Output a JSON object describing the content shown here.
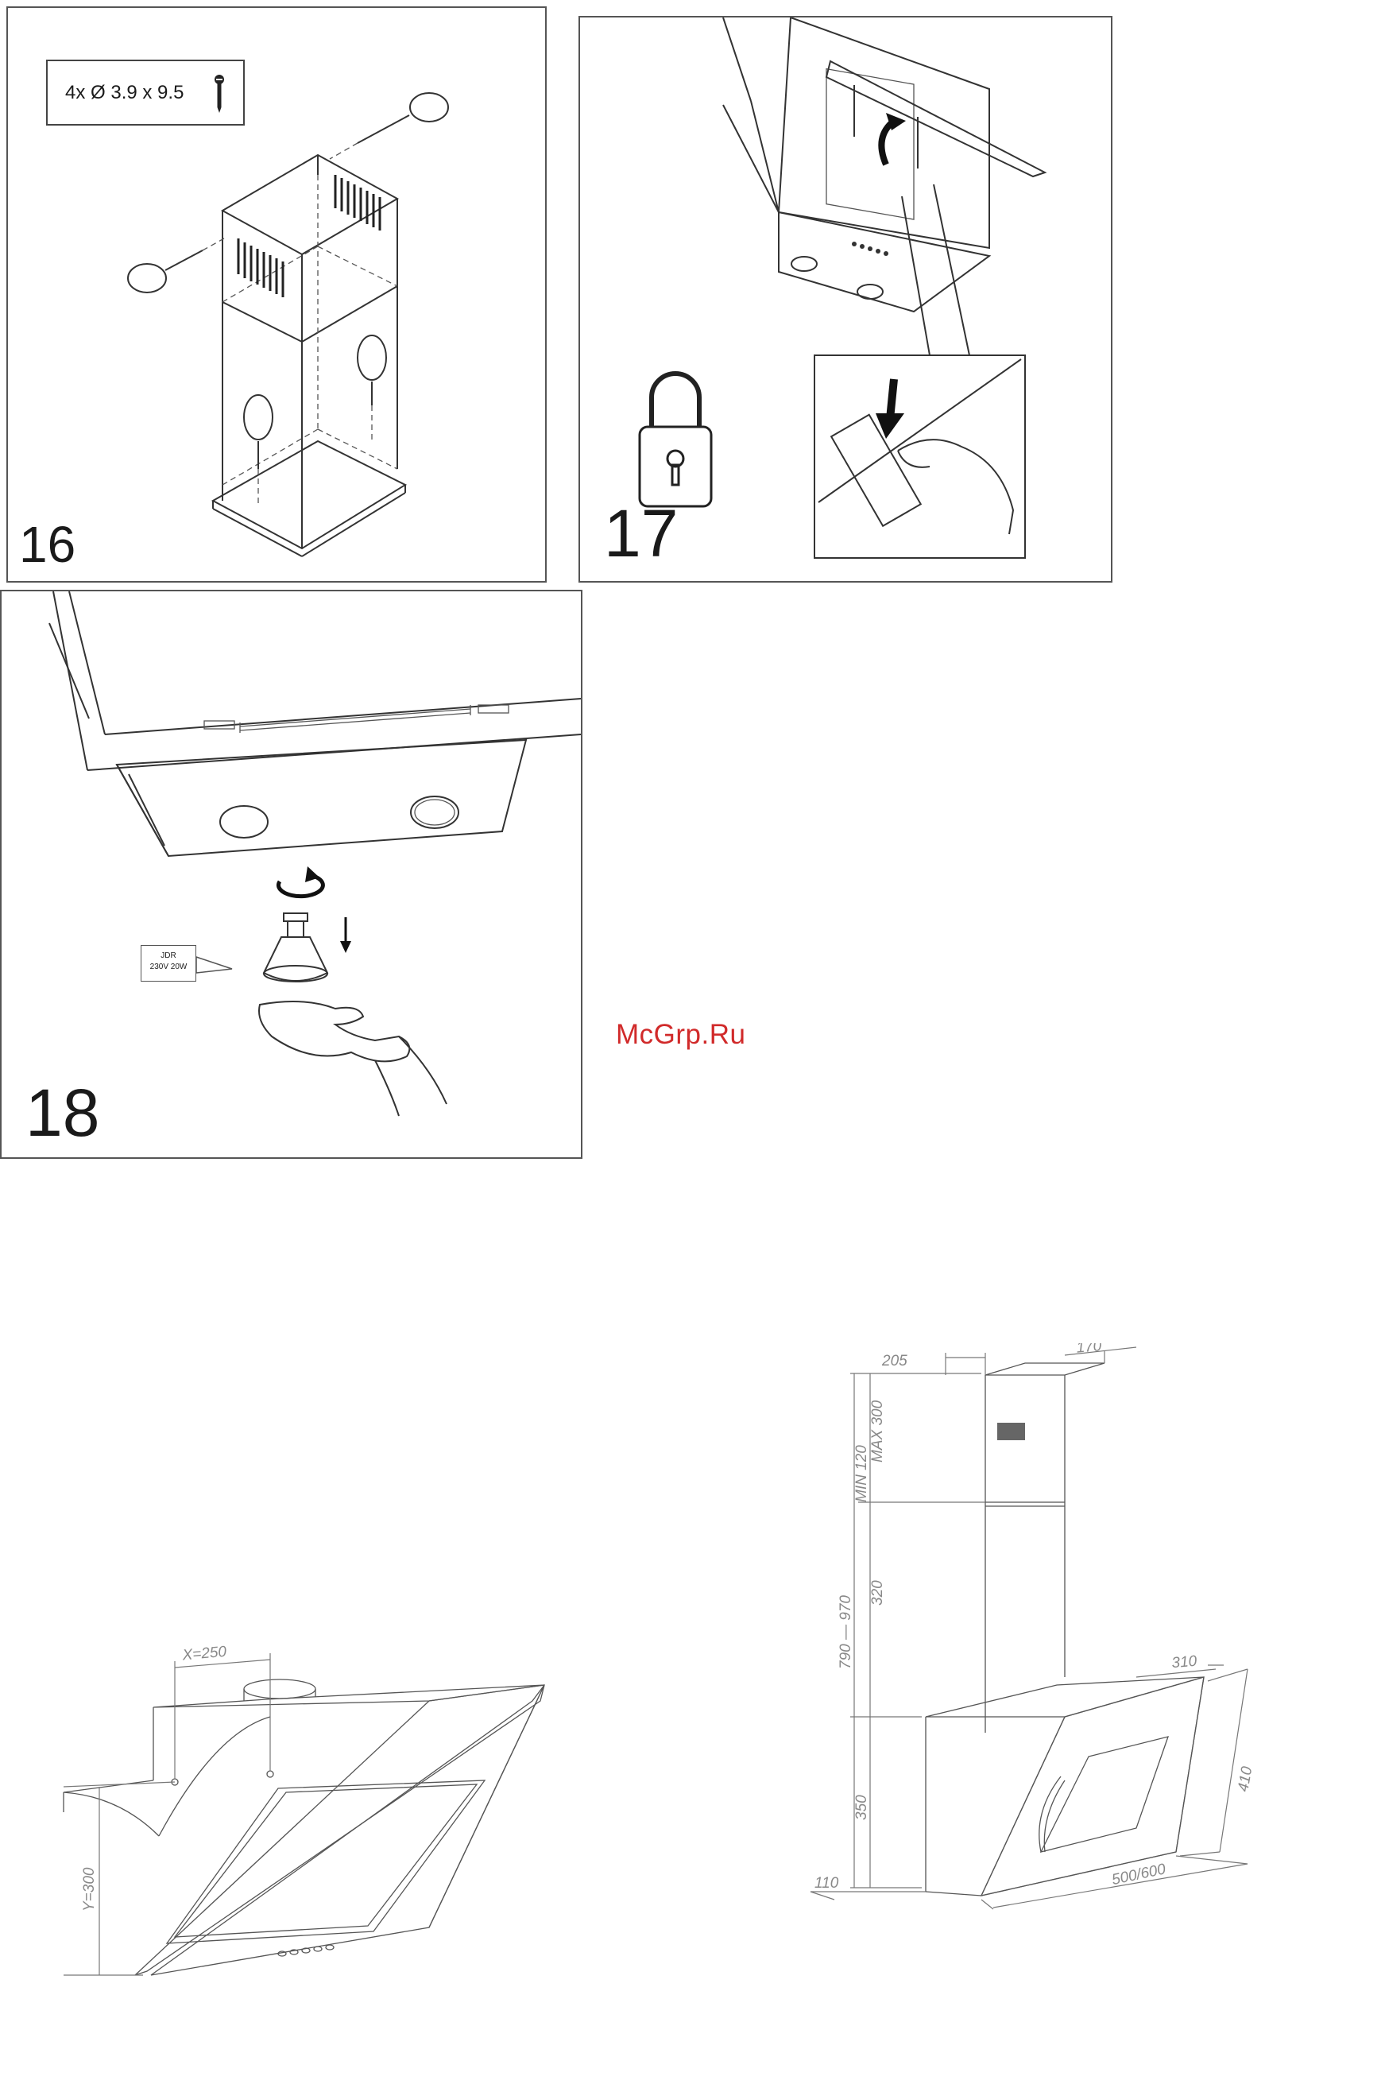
{
  "steps": [
    {
      "number": "16",
      "screw_spec": "4x Ø 3.9 x 9.5"
    },
    {
      "number": "17"
    },
    {
      "number": "18",
      "bulb_label_line1": "JDR",
      "bulb_label_line2": "230V 20W"
    }
  ],
  "watermark": "McGrp.Ru",
  "mount_drawing": {
    "x_label": "X=250",
    "y_label": "Y=300"
  },
  "dimensions_drawing": {
    "labels": [
      "205",
      "170",
      "MIN 120",
      "MAX 300",
      "320",
      "790 — 970",
      "310",
      "350",
      "410",
      "110",
      "500/600"
    ]
  }
}
